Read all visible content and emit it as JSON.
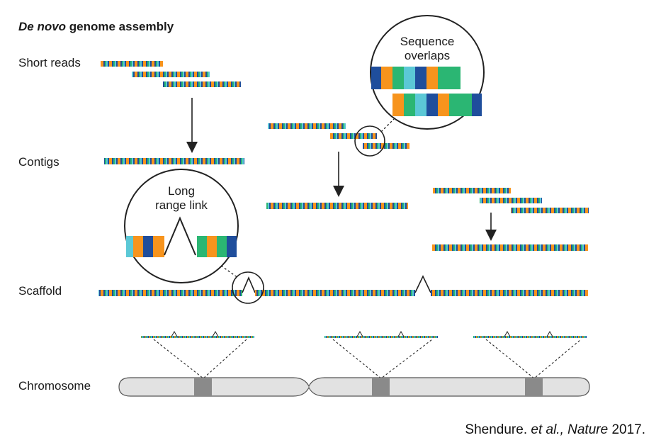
{
  "title": {
    "prefix_italic": "De novo",
    "suffix": " genome assembly"
  },
  "row_labels": {
    "short_reads": "Short reads",
    "contigs": "Contigs",
    "scaffold": "Scaffold",
    "chromosome": "Chromosome"
  },
  "callouts": {
    "overlap_line1": "Sequence",
    "overlap_line2": "overlaps",
    "link_line1": "Long",
    "link_line2": "range link"
  },
  "citation": {
    "authors": "Shendure. ",
    "etal": "et al., ",
    "journal": "Nature",
    "year": " 2017."
  },
  "colors": {
    "base_palette": [
      "#f7941d",
      "#1f4e9c",
      "#2bb673",
      "#5bc8d6",
      "#f7941d",
      "#1f4e9c"
    ],
    "chromosome_fill": "#e2e2e2",
    "chromosome_band": "#8a8a8a",
    "line": "#222222"
  }
}
